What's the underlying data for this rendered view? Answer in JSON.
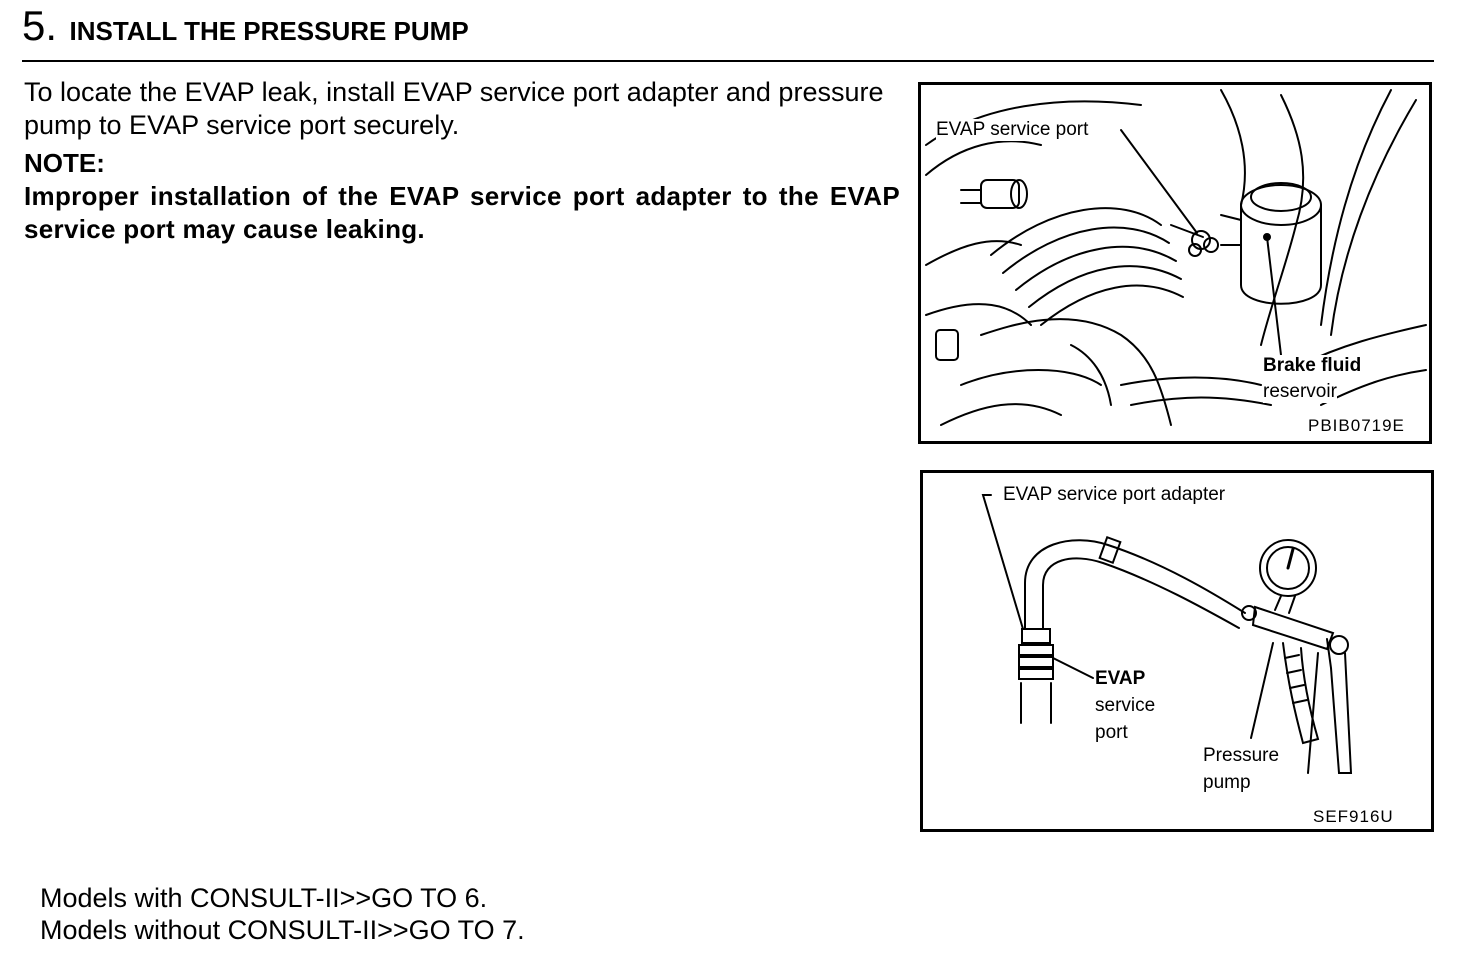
{
  "step": {
    "number": "5.",
    "title": "INSTALL THE PRESSURE PUMP"
  },
  "intro_text": "To locate the EVAP leak, install EVAP service port adapter and pressure pump to EVAP service port securely.",
  "note": {
    "heading": "NOTE:",
    "body": "Improper installation of the EVAP service port adapter to the EVAP service port may cause leaking."
  },
  "figure1": {
    "label_evap_port": "EVAP service port",
    "label_brake_1": "Brake fluid",
    "label_brake_2": "reservoir",
    "code": "PBIB0719E"
  },
  "figure2": {
    "label_adapter": "EVAP  service  port  adapter",
    "label_port_1": "EVAP",
    "label_port_2": "service",
    "label_port_3": "port",
    "label_pump_1": "Pressure",
    "label_pump_2": "pump",
    "code": "SEF916U"
  },
  "goto": {
    "line1": "Models with CONSULT-II>>GO TO 6.",
    "line2": "Models without CONSULT-II>>GO TO 7."
  }
}
